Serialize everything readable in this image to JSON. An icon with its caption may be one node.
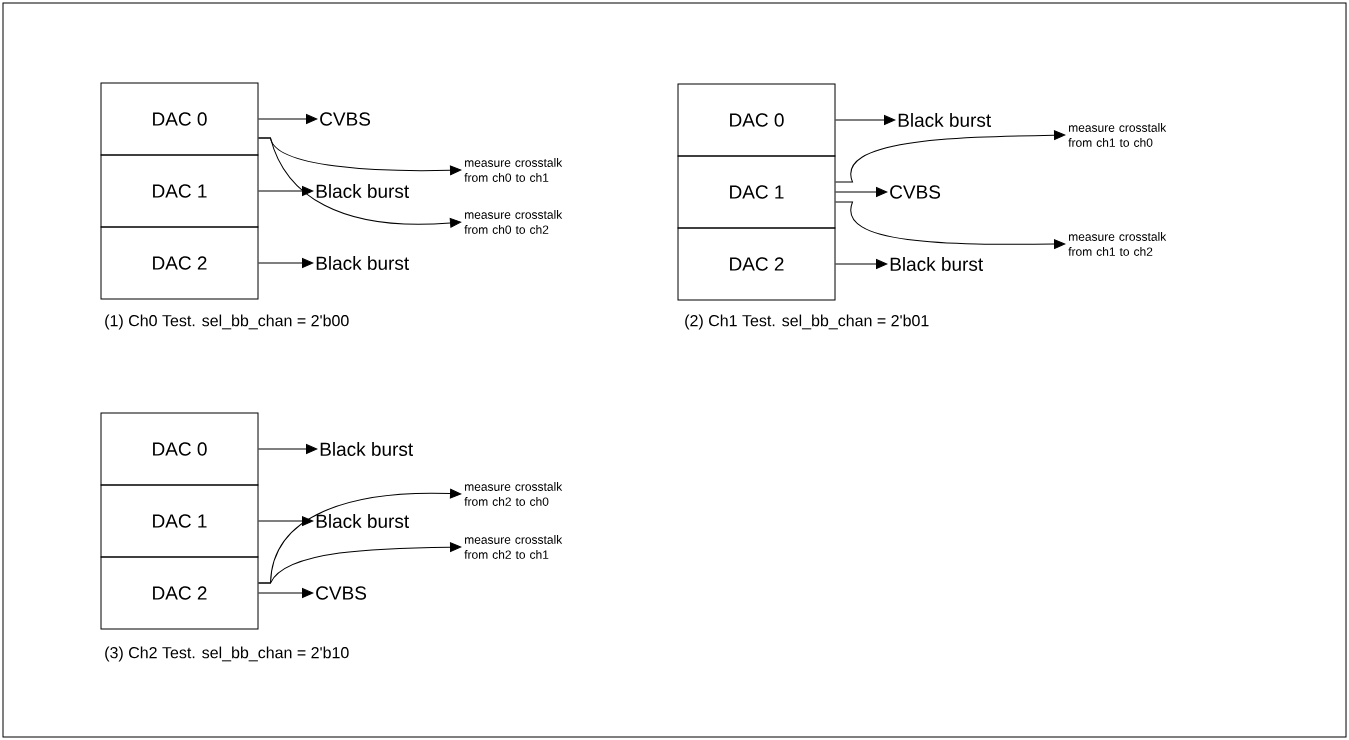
{
  "diagram": {
    "nodes": [
      {
        "text": [
          "DAC 0"
        ]
      },
      {
        "text": [
          "DAC 1"
        ]
      },
      {
        "text": [
          "DAC 2"
        ]
      },
      {
        "text": [
          "CVBS"
        ]
      },
      {
        "text": [
          "Black burst"
        ]
      },
      {
        "text": [
          "Black burst"
        ]
      },
      {
        "text": [
          "measure crosstalk from ch0 to ch1"
        ]
      },
      {
        "text": [
          "measure crosstalk from ch0 to ch2"
        ]
      },
      {
        "text": [
          "DAC 0"
        ]
      },
      {
        "text": [
          "DAC 1"
        ]
      },
      {
        "text": [
          "DAC 2"
        ]
      },
      {
        "text": [
          "Black burst"
        ]
      },
      {
        "text": [
          "CVBS"
        ]
      },
      {
        "text": [
          "Black burst"
        ]
      },
      {
        "text": [
          "measure crosstalk from ch1 to ch0"
        ]
      },
      {
        "text": [
          "measure crosstalk from ch1 to ch2"
        ]
      },
      {
        "text": [
          "DAC 0"
        ]
      },
      {
        "text": [
          "DAC 1"
        ]
      },
      {
        "text": [
          "DAC 2"
        ]
      },
      {
        "text": [
          "Black burst"
        ]
      },
      {
        "text": [
          "Black burst"
        ]
      },
      {
        "text": [
          "CVBS"
        ]
      },
      {
        "text": [
          "measure crosstalk from ch2 to ch0"
        ]
      },
      {
        "text": [
          "measure crosstalk from ch2 to ch1"
        ]
      }
    ],
    "edges": [
      {
        "from": 0,
        "to": 3,
        "arrow": "to"
      },
      {
        "from": 1,
        "to": 4,
        "arrow": "to"
      },
      {
        "from": 2,
        "to": 5,
        "arrow": "to"
      },
      {
        "from": 0,
        "to": 6,
        "arrow": "to"
      },
      {
        "from": 0,
        "to": 7,
        "arrow": "to"
      },
      {
        "from": 8,
        "to": 11,
        "arrow": "to"
      },
      {
        "from": 9,
        "to": 12,
        "arrow": "to"
      },
      {
        "from": 10,
        "to": 13,
        "arrow": "to"
      },
      {
        "from": 9,
        "to": 14,
        "arrow": "to"
      },
      {
        "from": 9,
        "to": 15,
        "arrow": "to"
      },
      {
        "from": 16,
        "to": 19,
        "arrow": "to"
      },
      {
        "from": 17,
        "to": 20,
        "arrow": "to"
      },
      {
        "from": 18,
        "to": 21,
        "arrow": "to"
      },
      {
        "from": 18,
        "to": 22,
        "arrow": "to"
      },
      {
        "from": 18,
        "to": 23,
        "arrow": "to"
      }
    ],
    "labels": [
      "(1) Ch0 Test. sel_bb_chan = 2'b00",
      "(2) Ch1 Test. sel_bb_chan = 2'b01",
      "(3) Ch2 Test. sel_bb_chan = 2'b10"
    ]
  }
}
